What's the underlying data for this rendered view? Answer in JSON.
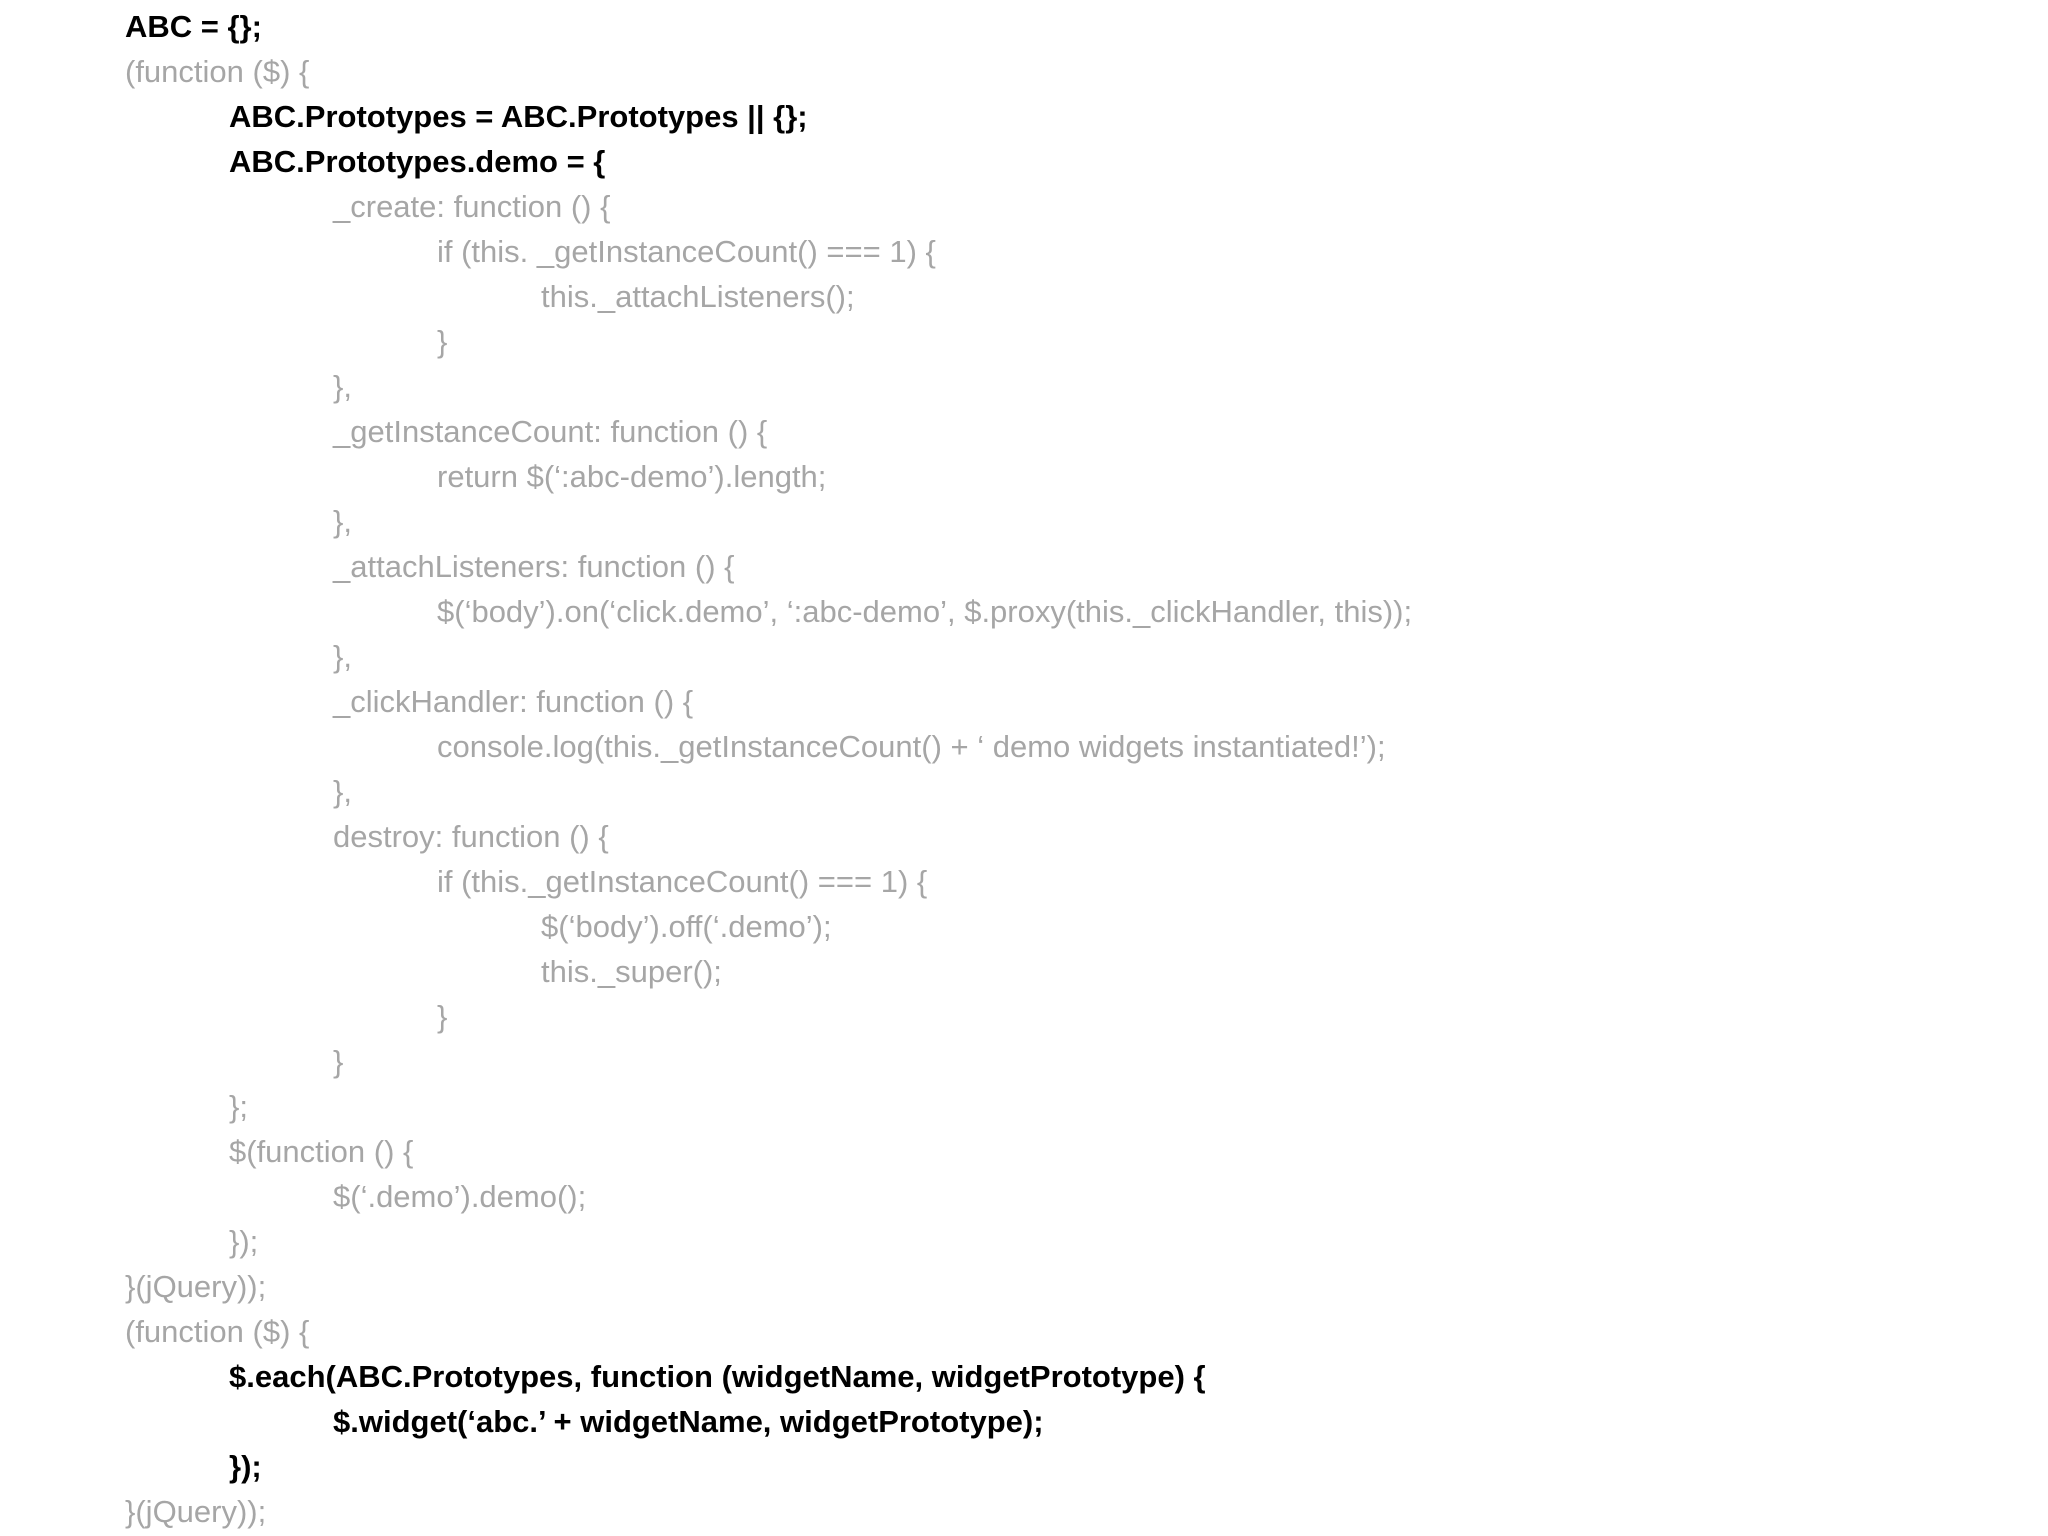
{
  "code_lines": [
    {
      "text": "ABC = {};",
      "indent": 0,
      "bold": true
    },
    {
      "text": "(function ($) {",
      "indent": 0,
      "bold": false
    },
    {
      "text": "ABC.Prototypes = ABC.Prototypes || {};",
      "indent": 1,
      "bold": true
    },
    {
      "text": "ABC.Prototypes.demo = {",
      "indent": 1,
      "bold": true
    },
    {
      "text": "_create: function () {",
      "indent": 2,
      "bold": false
    },
    {
      "text": "if (this. _getInstanceCount() === 1) {",
      "indent": 3,
      "bold": false
    },
    {
      "text": "this._attachListeners();",
      "indent": 4,
      "bold": false
    },
    {
      "text": "}",
      "indent": 3,
      "bold": false
    },
    {
      "text": "},",
      "indent": 2,
      "bold": false
    },
    {
      "text": "_getInstanceCount: function () {",
      "indent": 2,
      "bold": false
    },
    {
      "text": "return $(‘:abc-demo’).length;",
      "indent": 3,
      "bold": false
    },
    {
      "text": "},",
      "indent": 2,
      "bold": false
    },
    {
      "text": "_attachListeners: function () {",
      "indent": 2,
      "bold": false
    },
    {
      "text": "$(‘body’).on(‘click.demo’, ‘:abc-demo’, $.proxy(this._clickHandler, this));",
      "indent": 3,
      "bold": false
    },
    {
      "text": "},",
      "indent": 2,
      "bold": false
    },
    {
      "text": "_clickHandler: function () {",
      "indent": 2,
      "bold": false
    },
    {
      "text": "console.log(this._getInstanceCount() + ‘ demo widgets instantiated!’);",
      "indent": 3,
      "bold": false
    },
    {
      "text": "},",
      "indent": 2,
      "bold": false
    },
    {
      "text": "destroy: function () {",
      "indent": 2,
      "bold": false
    },
    {
      "text": "if (this._getInstanceCount() === 1) {",
      "indent": 3,
      "bold": false
    },
    {
      "text": "$(‘body’).off(‘.demo’);",
      "indent": 4,
      "bold": false
    },
    {
      "text": "this._super();",
      "indent": 4,
      "bold": false
    },
    {
      "text": "}",
      "indent": 3,
      "bold": false
    },
    {
      "text": "}",
      "indent": 2,
      "bold": false
    },
    {
      "text": "};",
      "indent": 1,
      "bold": false
    },
    {
      "text": "$(function () {",
      "indent": 1,
      "bold": false
    },
    {
      "text": "$(‘.demo’).demo();",
      "indent": 2,
      "bold": false
    },
    {
      "text": "});",
      "indent": 1,
      "bold": false
    },
    {
      "text": "}(jQuery));",
      "indent": 0,
      "bold": false
    },
    {
      "text": "(function ($) {",
      "indent": 0,
      "bold": false
    },
    {
      "text": "$.each(ABC.Prototypes, function (widgetName, widgetPrototype) {",
      "indent": 1,
      "bold": true
    },
    {
      "text": "$.widget(‘abc.’ + widgetName, widgetPrototype);",
      "indent": 2,
      "bold": true
    },
    {
      "text": "});",
      "indent": 1,
      "bold": true
    },
    {
      "text": "}(jQuery));",
      "indent": 0,
      "bold": false
    }
  ],
  "colors": {
    "background": "#ffffff",
    "highlight_text": "#000000",
    "muted_text": "#a6a6a6"
  }
}
